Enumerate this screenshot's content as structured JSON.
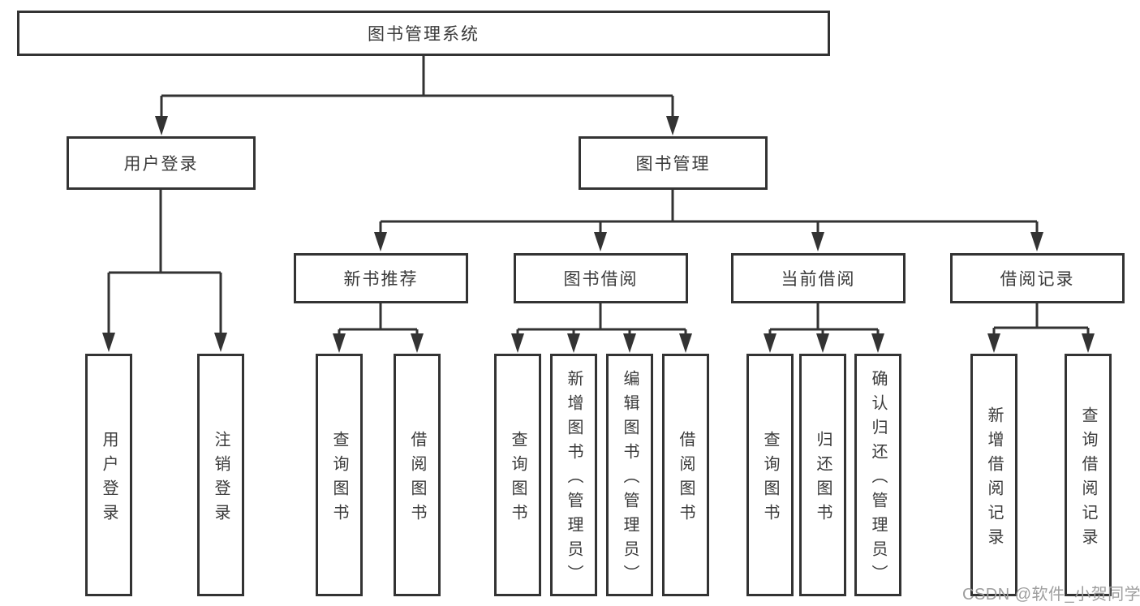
{
  "diagram_type": "hierarchy-tree",
  "tree": {
    "label": "图书管理系统",
    "children": [
      {
        "label": "用户登录",
        "children": [
          {
            "label": "用户登录"
          },
          {
            "label": "注销登录"
          }
        ]
      },
      {
        "label": "图书管理",
        "children": [
          {
            "label": "新书推荐",
            "children": [
              {
                "label": "查询图书"
              },
              {
                "label": "借阅图书"
              }
            ]
          },
          {
            "label": "图书借阅",
            "children": [
              {
                "label": "查询图书"
              },
              {
                "label": "新增图书（管理员）"
              },
              {
                "label": "编辑图书（管理员）"
              },
              {
                "label": "借阅图书"
              }
            ]
          },
          {
            "label": "当前借阅",
            "children": [
              {
                "label": "查询图书"
              },
              {
                "label": "归还图书"
              },
              {
                "label": "确认归还（管理员）"
              }
            ]
          },
          {
            "label": "借阅记录",
            "children": [
              {
                "label": "新增借阅记录"
              },
              {
                "label": "查询借阅记录"
              }
            ]
          }
        ]
      }
    ]
  },
  "watermark": "CSDN @软件_小贺同学",
  "colors": {
    "line": "#333333",
    "text": "#3a3a3a",
    "watermark": "#9e9e9e"
  }
}
